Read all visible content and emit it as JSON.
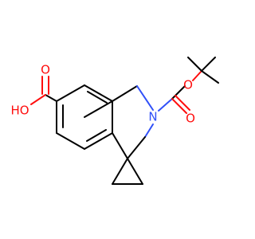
{
  "atom_labels": {
    "carboxyl_oxo": "O",
    "hydroxyl": "HO",
    "ring_nitrogen": "N",
    "carbamate_oxo": "O",
    "ester_oxygen": "O"
  },
  "colors": {
    "bond": "#000000",
    "oxygen": "#ff0d0d",
    "nitrogen": "#3050f8",
    "background": "#ffffff"
  }
}
